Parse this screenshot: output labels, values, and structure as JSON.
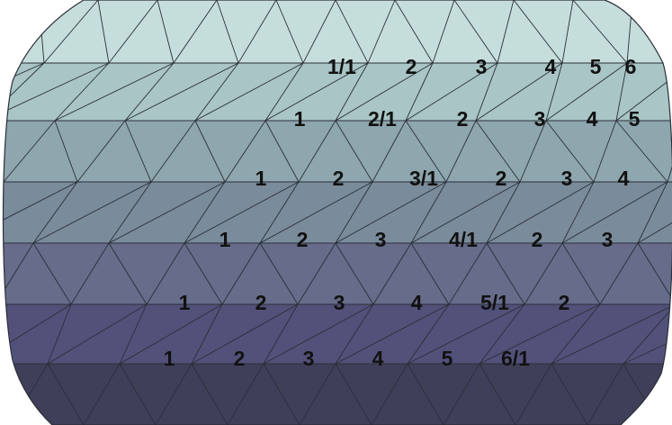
{
  "bands": [
    {
      "color": "#c6dedb",
      "labels": [
        "1/1",
        "2",
        "3",
        "4",
        "5",
        "6"
      ]
    },
    {
      "color": "#a9c5c6",
      "labels": [
        "1",
        "2/1",
        "2",
        "3",
        "4",
        "5"
      ]
    },
    {
      "color": "#8ea6ad",
      "labels": [
        "1",
        "2",
        "3/1",
        "2",
        "3",
        "4"
      ]
    },
    {
      "color": "#7a8b9b",
      "labels": [
        "1",
        "2",
        "3",
        "4/1",
        "2",
        "3"
      ]
    },
    {
      "color": "#666c8a",
      "labels": [
        "1",
        "2",
        "3",
        "4",
        "5/1",
        "2"
      ]
    },
    {
      "color": "#52517a",
      "labels": [
        "1",
        "2",
        "3",
        "4",
        "5",
        "6/1"
      ]
    },
    {
      "color": "#3f3f5a",
      "labels": []
    }
  ],
  "colors": {
    "edge": "#2a2f38",
    "text": "#111111",
    "background": "#ffffff"
  }
}
